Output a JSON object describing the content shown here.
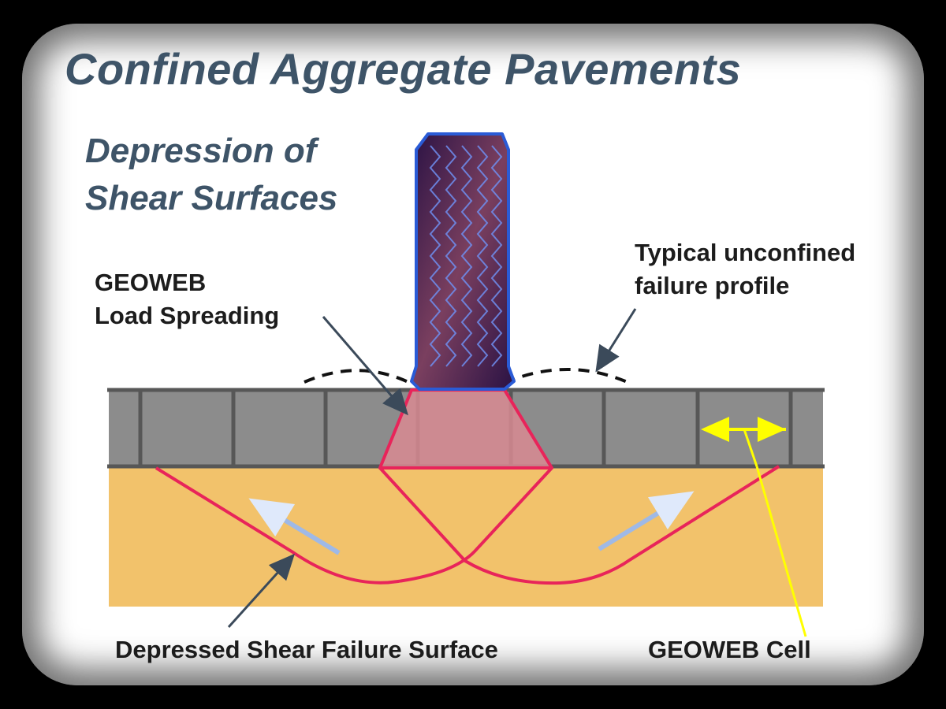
{
  "title": "Confined Aggregate Pavements",
  "subtitle": {
    "line1": "Depression of",
    "line2": "Shear Surfaces"
  },
  "labels": {
    "geoweb_load_line1": "GEOWEB",
    "geoweb_load_line2": "Load Spreading",
    "unconfined_line1": "Typical unconfined",
    "unconfined_line2": "failure profile",
    "depressed_shear": "Depressed Shear Failure Surface",
    "geoweb_cell": "GEOWEB Cell"
  },
  "colors": {
    "title": "#3e5468",
    "geoweb_layer": "#8c8c8c",
    "cell_walls": "#575757",
    "subgrade": "#f2c26b",
    "failure_surface": "#e8245a",
    "load_spread_fill": "#d88a92",
    "tire_fill": "#3a1d4a",
    "tire_outline": "#2a5bd6",
    "cell_marker": "#ffff00",
    "movement_arrow": "#9fb9e6"
  },
  "icons": [
    "tire-icon",
    "movement-arrow-icon",
    "pointer-arrow-icon"
  ]
}
